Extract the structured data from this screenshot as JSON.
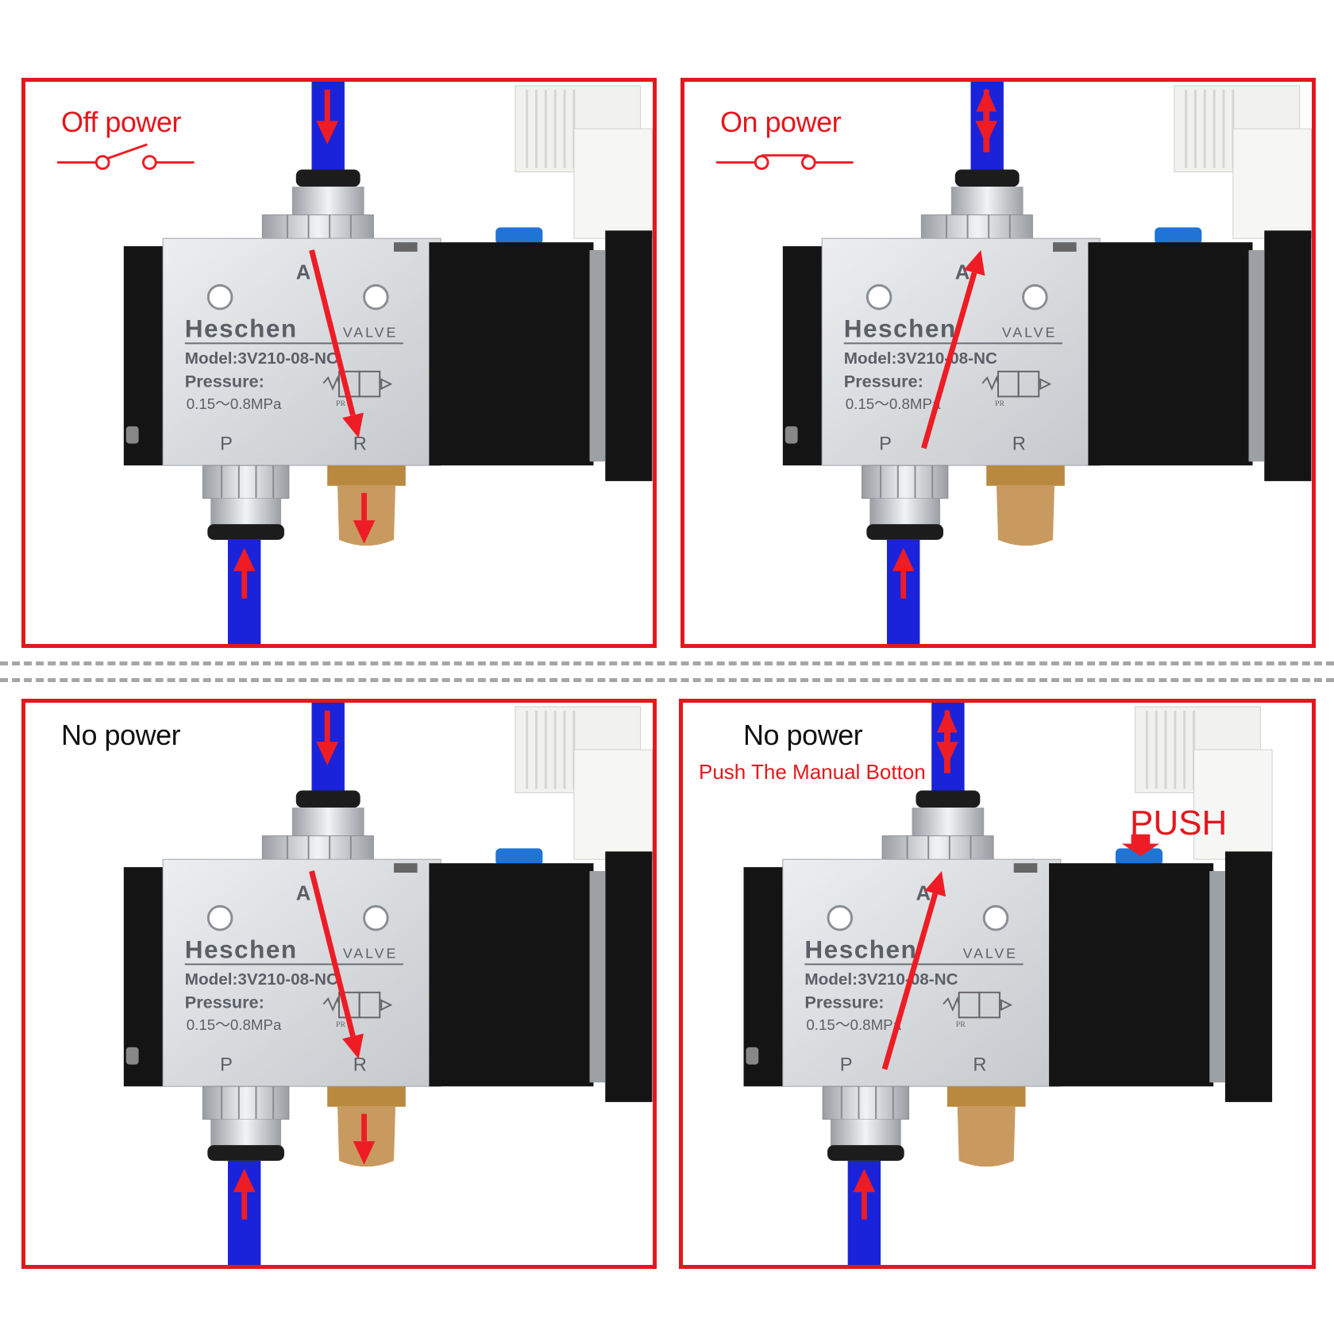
{
  "colors": {
    "frame": "#e4171d",
    "arrow": "#ee1c25",
    "tube": "#1a23d9",
    "body": "#d9dbde",
    "coil": "#141414",
    "silencer": "#c89a60"
  },
  "valve": {
    "brand": "Heschen",
    "type_label": "VALVE",
    "model": "Model:3V210-08-NC",
    "pressure_label": "Pressure:",
    "pressure_range": "0.15～0.8MPa",
    "port_a": "A",
    "port_p": "P",
    "port_r": "R",
    "symbol_ports": "PR"
  },
  "panels": [
    {
      "title": "Off power",
      "title_color": "red",
      "subtitle": "",
      "switch_icon": "switch-open-icon",
      "flow": "P-blocked, A-to-R exhaust"
    },
    {
      "title": "On power",
      "title_color": "red",
      "subtitle": "",
      "switch_icon": "switch-closed-icon",
      "flow": "P-to-A"
    },
    {
      "title": "No power",
      "title_color": "black",
      "subtitle": "",
      "switch_icon": "",
      "flow": "P-blocked, A-to-R exhaust"
    },
    {
      "title": "No power",
      "title_color": "black",
      "subtitle": "Push The Manual Botton",
      "switch_icon": "",
      "push_label": "PUSH",
      "flow": "P-to-A"
    }
  ]
}
